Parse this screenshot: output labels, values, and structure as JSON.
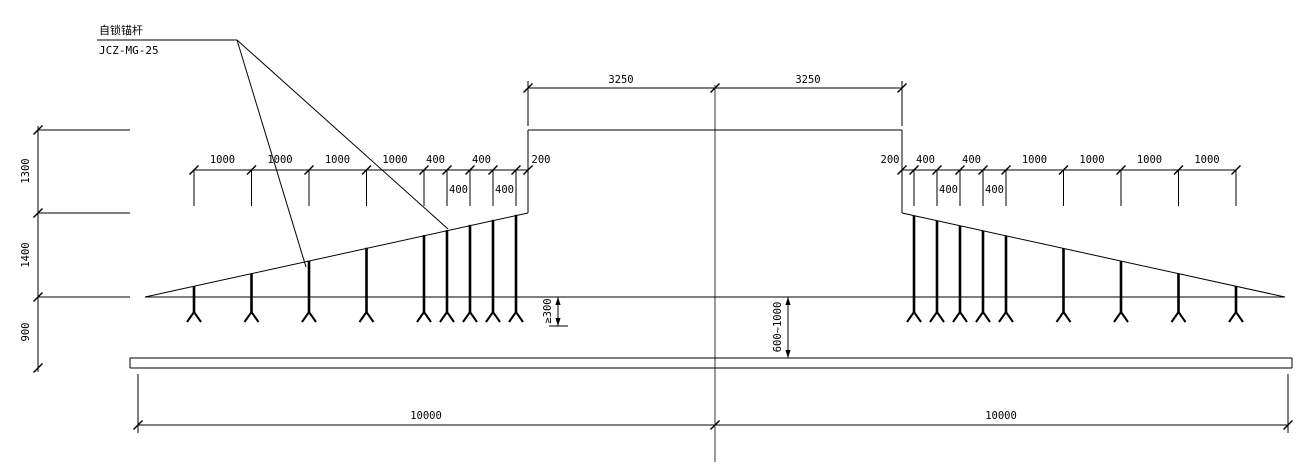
{
  "drawing": {
    "annotation": {
      "name": "自锁锚杆",
      "model": "JCZ-MG-25"
    },
    "dims": {
      "top": [
        "3250",
        "3250"
      ],
      "left_vertical": [
        "1300",
        "1400",
        "900"
      ],
      "left_chain_upper": [
        "1000",
        "1000",
        "1000",
        "1000",
        "400",
        "400",
        "200"
      ],
      "left_chain_lower": [
        "400",
        "400"
      ],
      "right_chain_upper": [
        "200",
        "400",
        "400",
        "1000",
        "1000",
        "1000",
        "1000"
      ],
      "right_chain_lower": [
        "400",
        "400"
      ],
      "embed_min": "≥300",
      "center_depth": "600~1000",
      "bottom": [
        "10000",
        "10000"
      ]
    }
  }
}
